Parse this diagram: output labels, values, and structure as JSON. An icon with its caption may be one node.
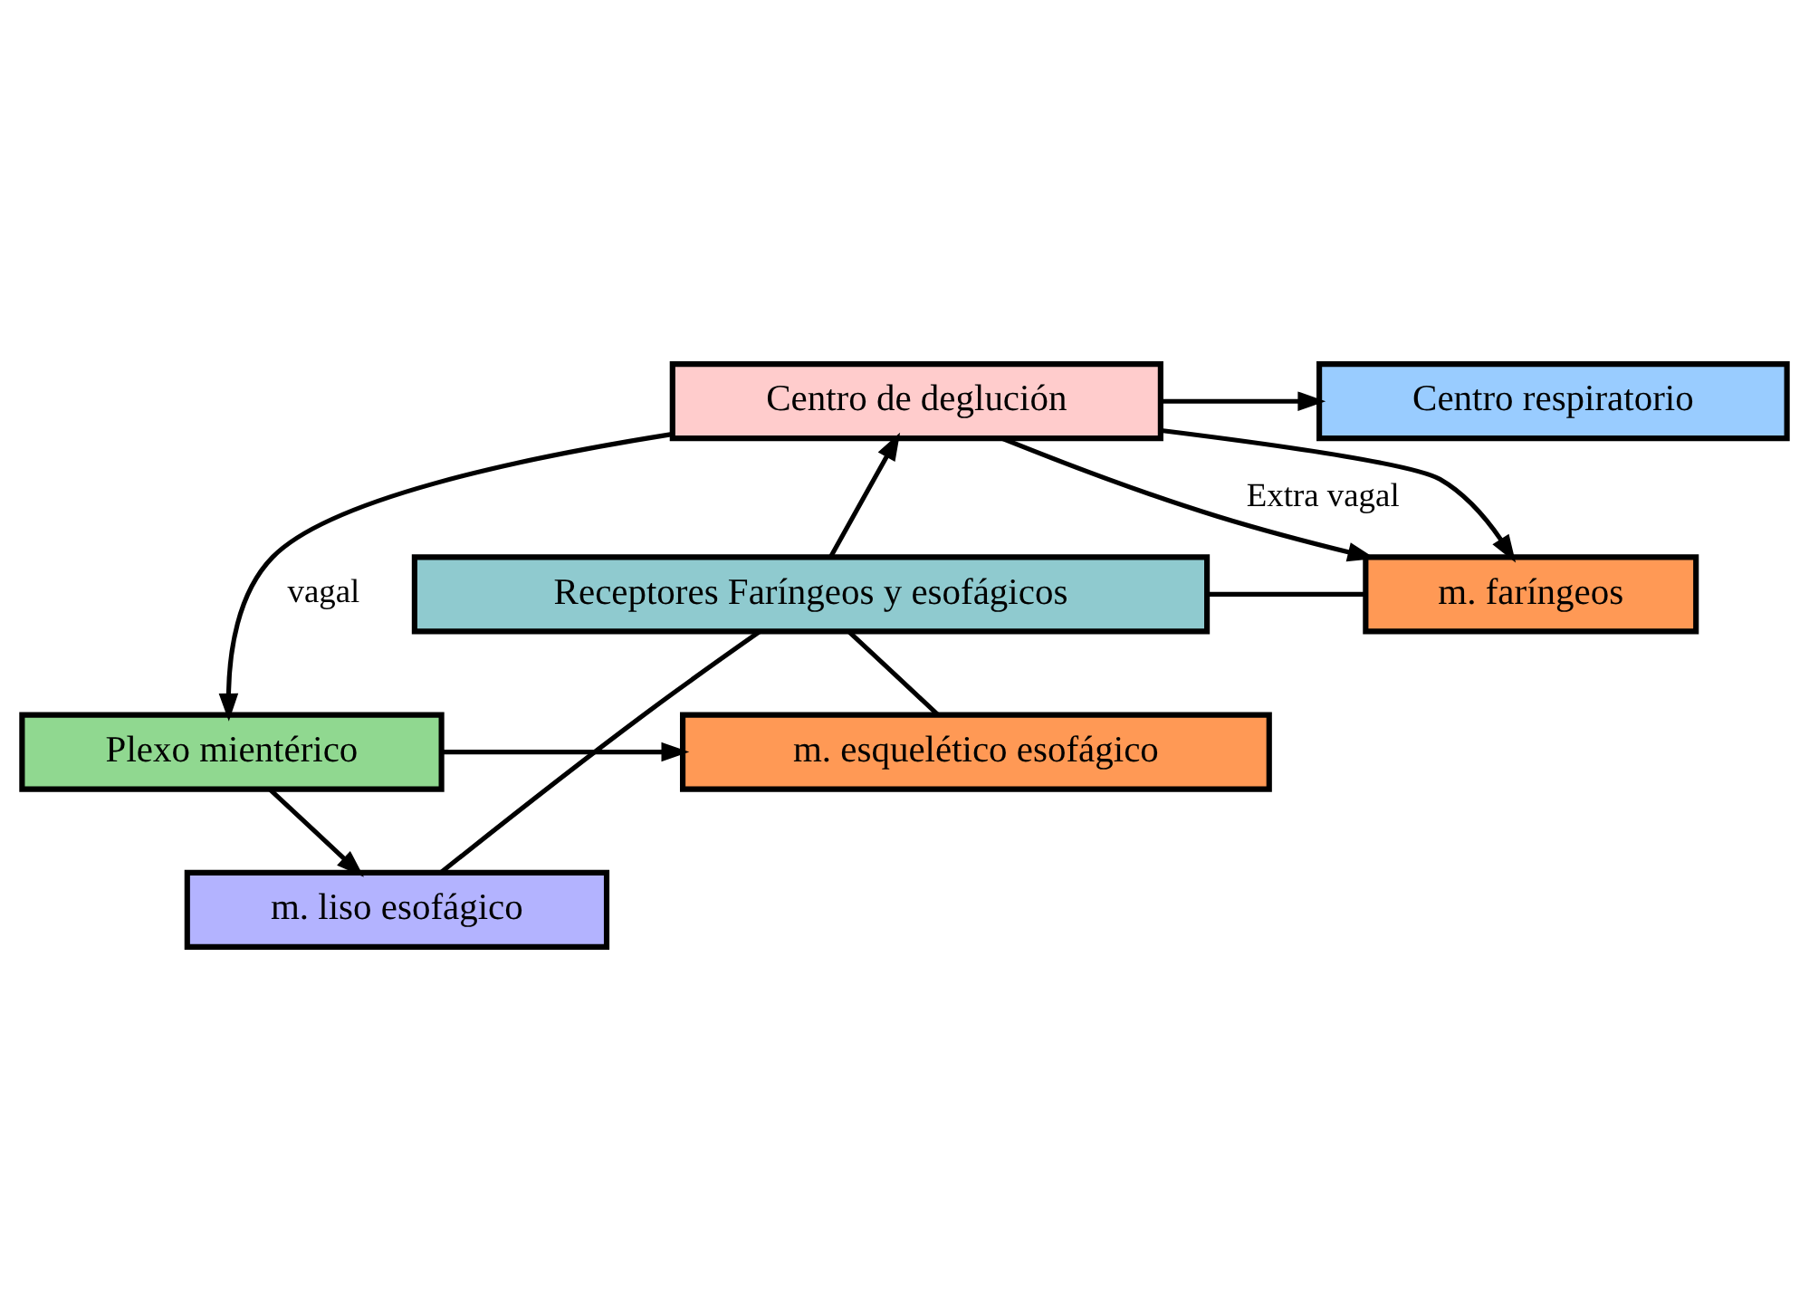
{
  "diagram": {
    "nodes": [
      {
        "text": [
          "Centro de deglución"
        ]
      },
      {
        "text": [
          "Centro respiratorio"
        ]
      },
      {
        "text": [
          "m. faríngeos"
        ]
      },
      {
        "text": [
          "Receptores Faríngeos y esofágicos"
        ]
      },
      {
        "text": [
          "m. esquelético esofágico"
        ]
      },
      {
        "text": [
          "Plexo mientérico"
        ]
      },
      {
        "text": [
          "m. liso esofágico"
        ]
      }
    ],
    "edges": [
      {
        "from": 3,
        "to": 0,
        "arrow": "to"
      },
      {
        "from": 0,
        "to": 1,
        "arrow": "to"
      },
      {
        "from": 0,
        "to": 2,
        "arrow": "to",
        "label": "Extra vagal"
      },
      {
        "from": 0,
        "to": 2,
        "arrow": "to"
      },
      {
        "from": 0,
        "to": 5,
        "arrow": "to",
        "label": "vagal"
      },
      {
        "from": 3,
        "to": 2,
        "arrow": "none"
      },
      {
        "from": 3,
        "to": 4,
        "arrow": "none"
      },
      {
        "from": 3,
        "to": 6,
        "arrow": "none"
      },
      {
        "from": 5,
        "to": 4,
        "arrow": "to"
      },
      {
        "from": 5,
        "to": 6,
        "arrow": "to"
      }
    ]
  }
}
